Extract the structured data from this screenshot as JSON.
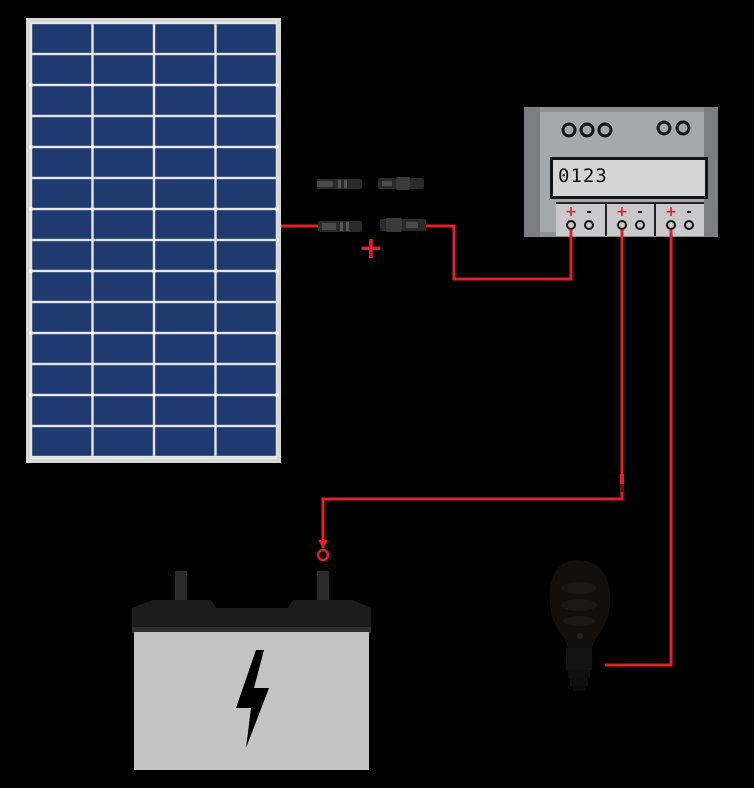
{
  "diagram": {
    "components": [
      "solar-panel",
      "mc4-connectors",
      "charge-controller",
      "battery",
      "light-bulb"
    ],
    "controller": {
      "display": "0123",
      "terminal_groups": [
        {
          "plus": "+",
          "minus": "-"
        },
        {
          "plus": "+",
          "minus": "-"
        },
        {
          "plus": "+",
          "minus": "-"
        }
      ]
    },
    "connector": {
      "polarity_label": "+"
    },
    "colors": {
      "background": "#000000",
      "wire": "#e0202a",
      "panel_cell": "#1e3a6e",
      "panel_frame": "#d8d8d8",
      "controller_body": "#8f9094",
      "battery_body": "#c4c4c4",
      "battery_top": "#1c1c1c"
    },
    "icons": [
      "lightning-bolt-icon",
      "bulb-icon"
    ]
  }
}
